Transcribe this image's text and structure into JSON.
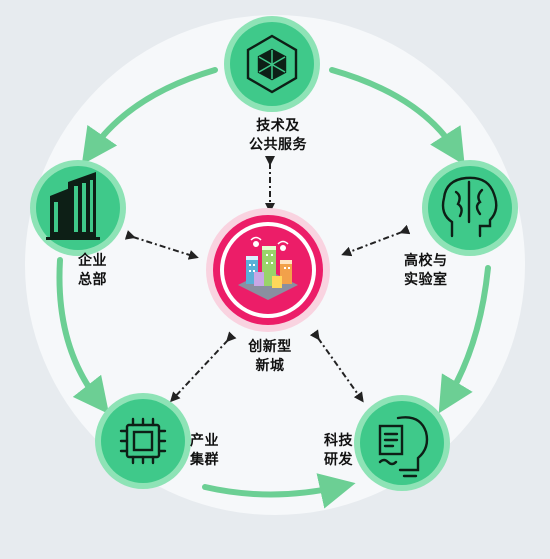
{
  "colors": {
    "background": "#e7ebef",
    "halo": "#f6f8fa",
    "node_fill": "#3fc98a",
    "node_ring": "#8ee3b6",
    "arrow": "#6ccf94",
    "center_ring": "#ec1d68",
    "dashed": "#222222"
  },
  "center": {
    "label_line1": "创新型",
    "label_line2": "新城",
    "icon": "smart-city-icon"
  },
  "nodes": {
    "tech_service": {
      "line1": "技术及",
      "line2": "公共服务",
      "icon": "cube-icon"
    },
    "university": {
      "line1": "高校与",
      "line2": "实验室",
      "icon": "brain-icon"
    },
    "rnd": {
      "line1": "科技",
      "line2": "研发",
      "icon": "lightbulb-document-icon"
    },
    "industry": {
      "line1": "产业",
      "line2": "集群",
      "icon": "chip-icon"
    },
    "hq": {
      "line1": "企业",
      "line2": "总部",
      "icon": "building-icon"
    }
  }
}
